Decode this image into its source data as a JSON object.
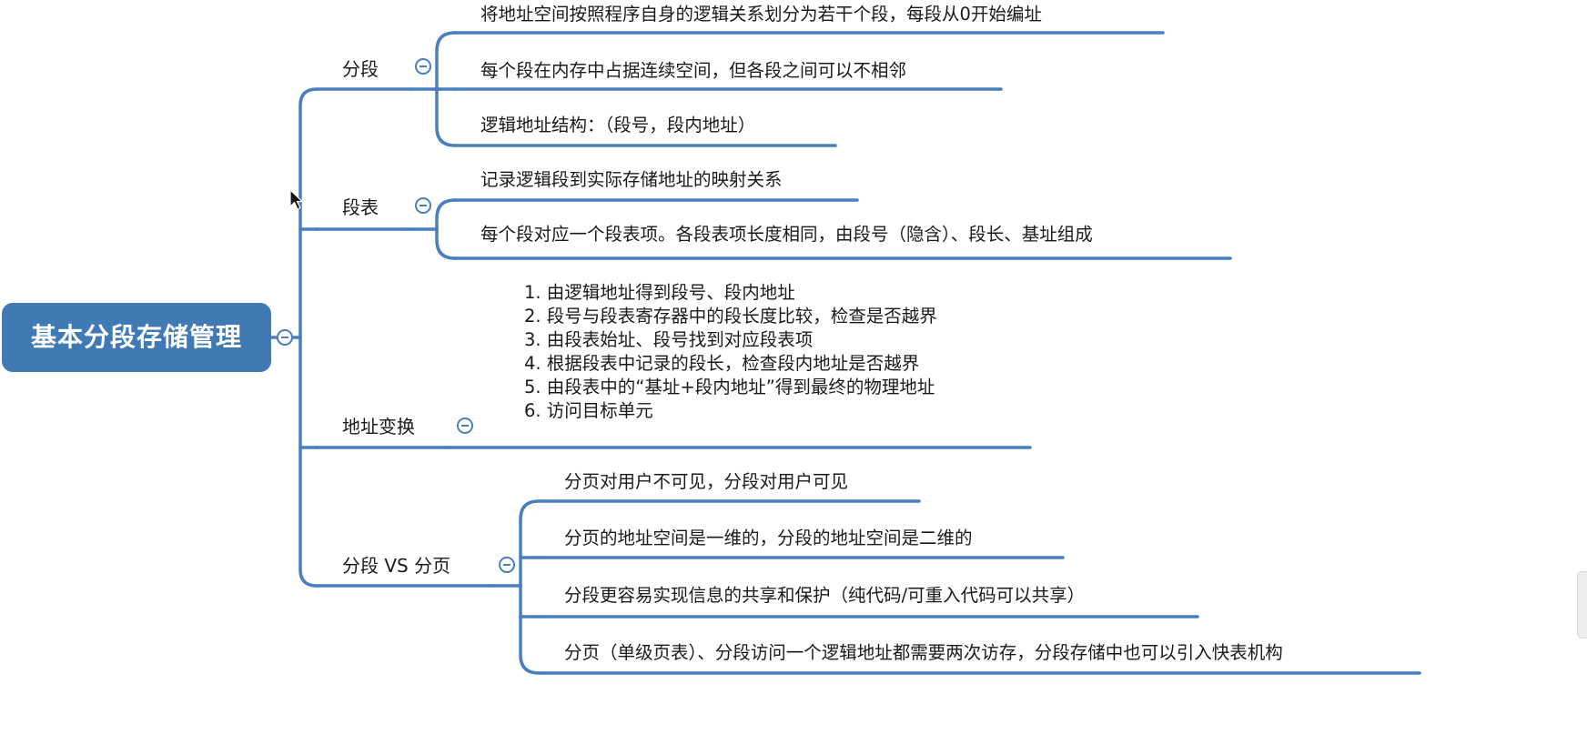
{
  "root": {
    "label": "基本分段存储管理"
  },
  "branches": [
    {
      "label": "分段",
      "items": [
        "将地址空间按照程序自身的逻辑关系划分为若干个段，每段从0开始编址",
        "每个段在内存中占据连续空间，但各段之间可以不相邻",
        "逻辑地址结构：（段号，段内地址）"
      ]
    },
    {
      "label": "段表",
      "items": [
        "记录逻辑段到实际存储地址的映射关系",
        "每个段对应一个段表项。各段表项长度相同，由段号（隐含）、段长、基址组成"
      ]
    },
    {
      "label": "地址变换",
      "steps": [
        "1. 由逻辑地址得到段号、段内地址",
        "2. 段号与段表寄存器中的段长度比较，检查是否越界",
        "3. 由段表始址、段号找到对应段表项",
        "4. 根据段表中记录的段长，检查段内地址是否越界",
        "5. 由段表中的“基址+段内地址”得到最终的物理地址",
        "6. 访问目标单元"
      ]
    },
    {
      "label": "分段 VS 分页",
      "items": [
        "分页对用户不可见，分段对用户可见",
        "分页的地址空间是一维的，分段的地址空间是二维的",
        "分段更容易实现信息的共享和保护（纯代码/可重入代码可以共享）",
        "分页（单级页表）、分段访问一个逻辑地址都需要两次访存，分段存储中也可以引入快表机构"
      ]
    }
  ],
  "colors": {
    "root_fill": "#3f7ab5",
    "connector": "#4a7fbf",
    "text": "#1a1a1a"
  }
}
